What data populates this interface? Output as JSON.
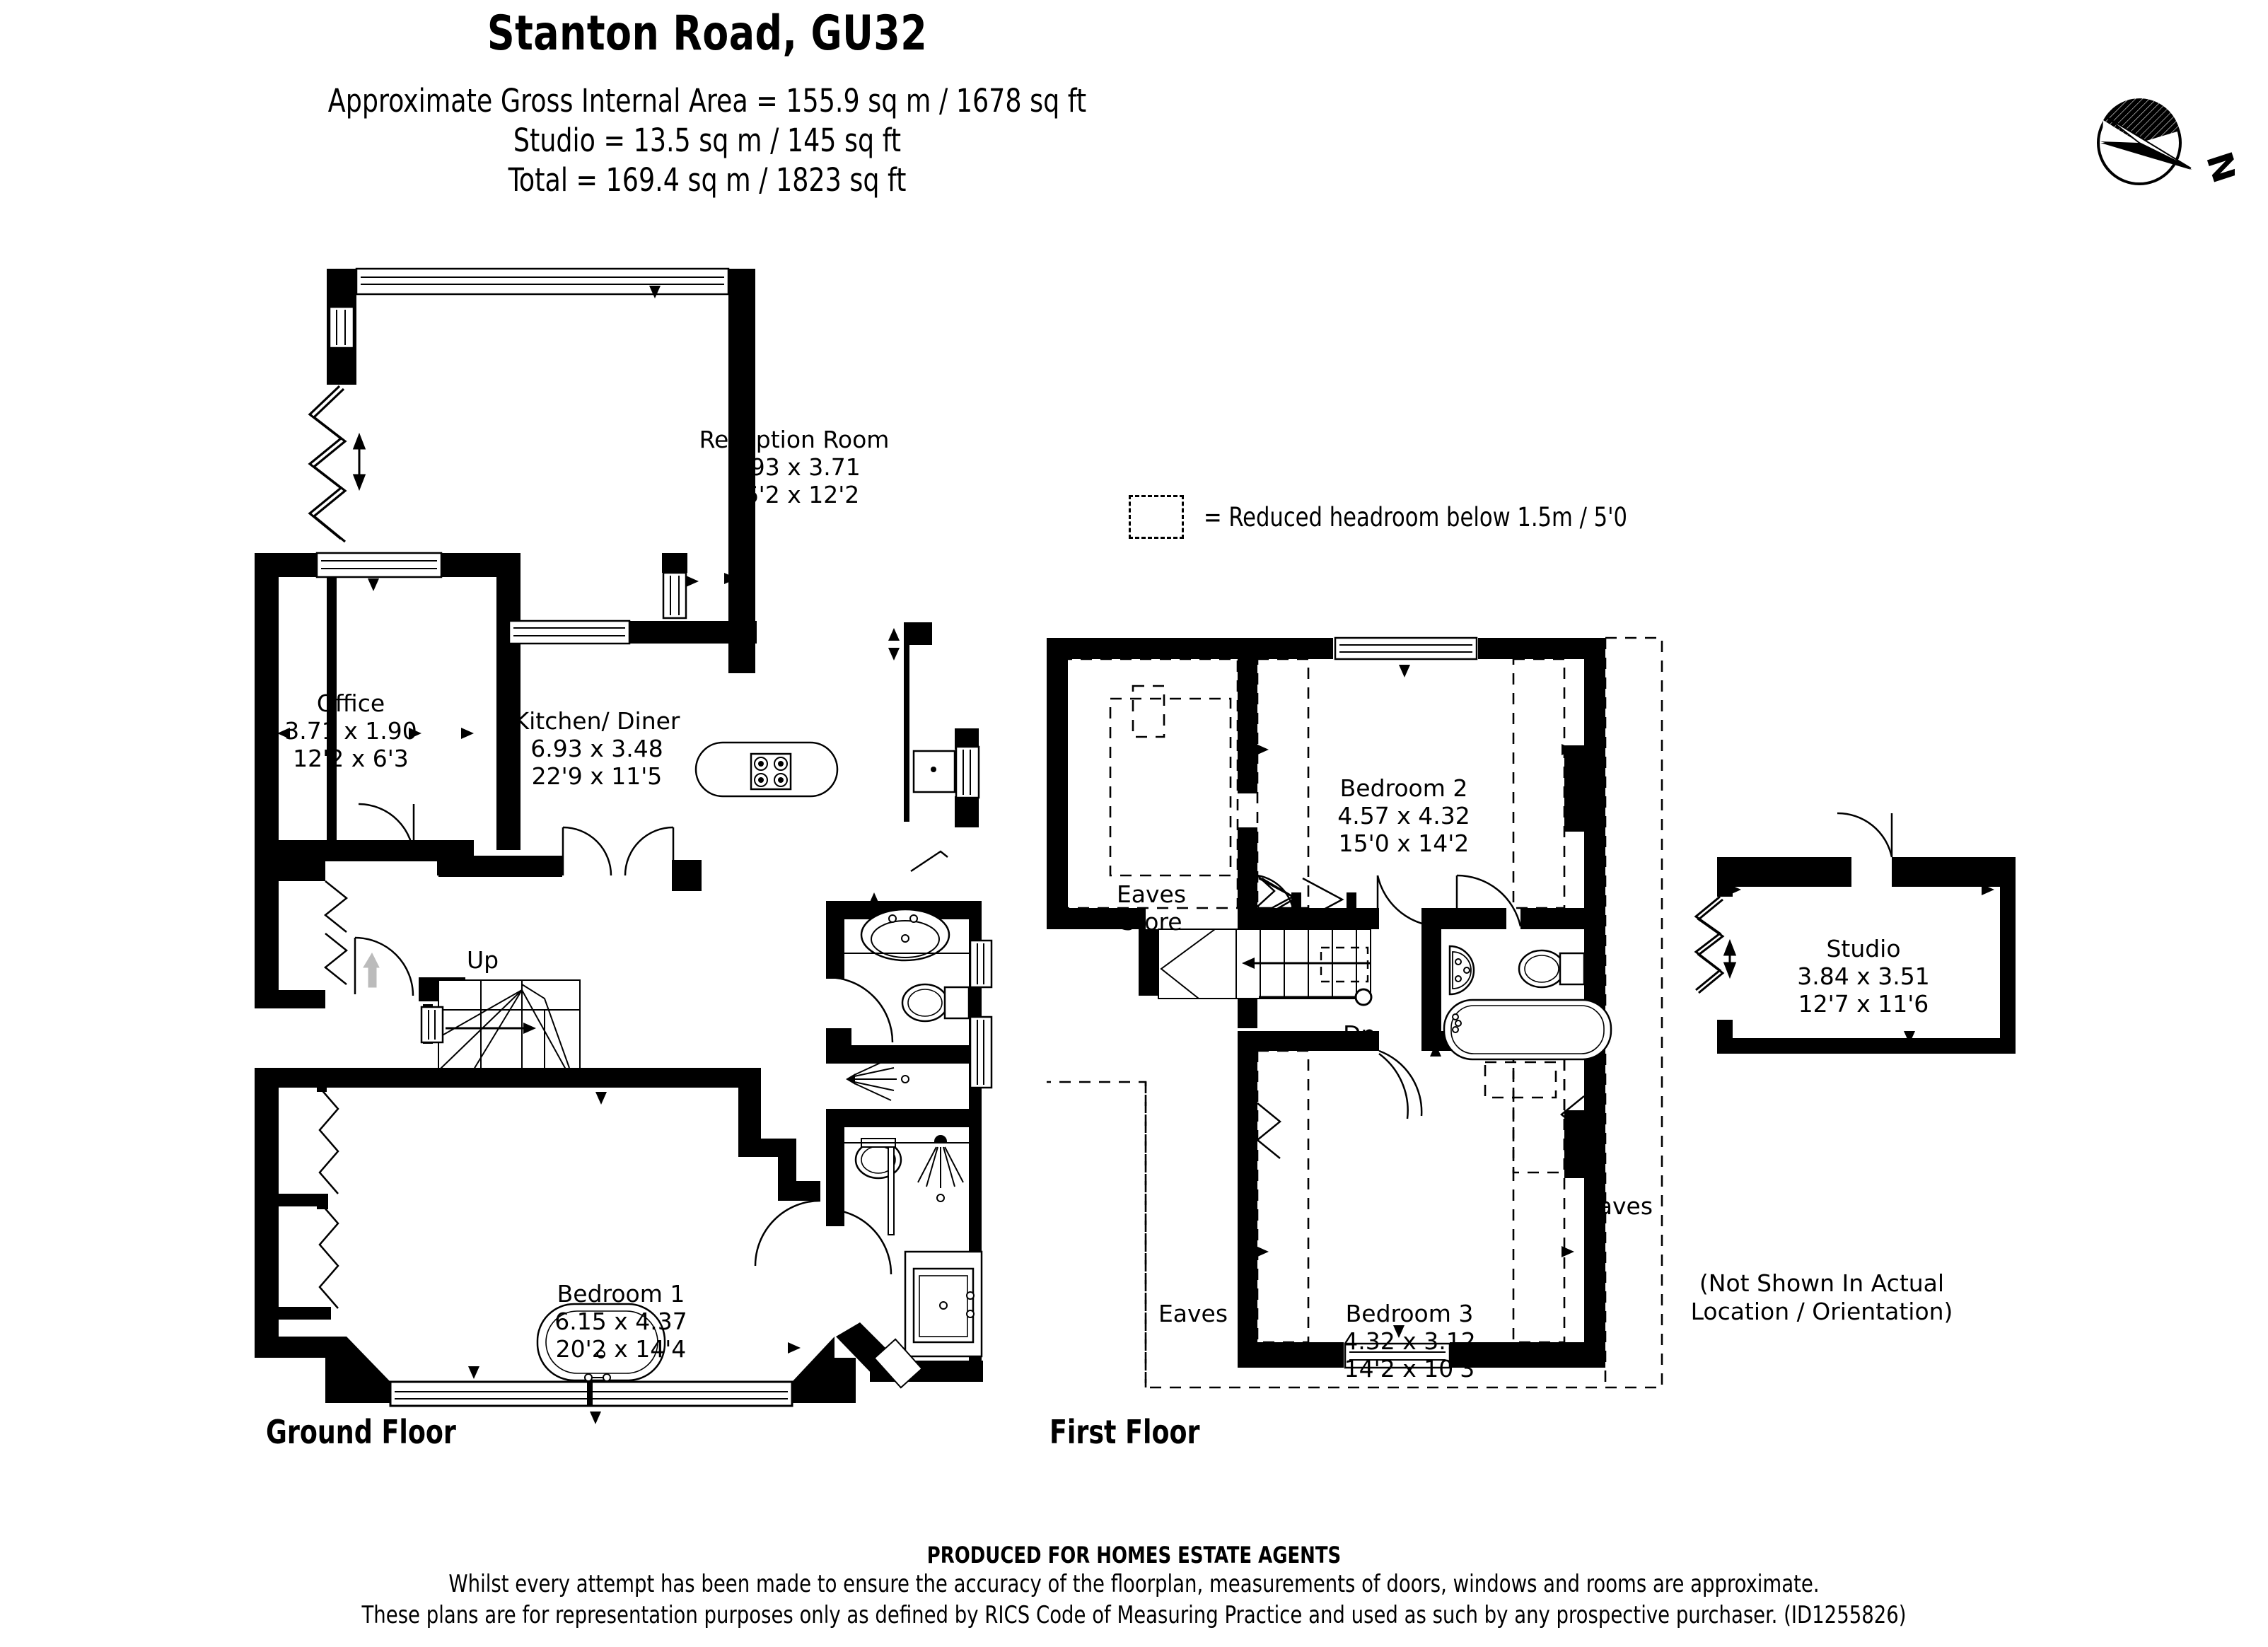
{
  "header": {
    "title": "Stanton Road, GU32",
    "area_lines": [
      "Approximate Gross Internal Area = 155.9 sq m / 1678 sq ft",
      "Studio = 13.5 sq m / 145 sq ft",
      "Total = 169.4 sq m / 1823 sq ft"
    ]
  },
  "compass": {
    "north_label": "N"
  },
  "legend": {
    "text": "= Reduced headroom below 1.5m / 5'0"
  },
  "floors": {
    "ground_caption": "Ground Floor",
    "first_caption": "First Floor"
  },
  "ground_floor": {
    "rooms": [
      {
        "name": "Reception Room",
        "metric": "4.93 x 3.71",
        "imperial": "16'2 x 12'2"
      },
      {
        "name": "Office",
        "metric": "3.71 x 1.90",
        "imperial": "12'2 x 6'3"
      },
      {
        "name": "Kitchen/ Diner",
        "metric": "6.93 x 3.48",
        "imperial": "22'9 x 11'5"
      },
      {
        "name": "Bedroom 1",
        "metric": "6.15 x 4.37",
        "imperial": "20'2 x 14'4"
      }
    ],
    "stair_label": "Up"
  },
  "first_floor": {
    "rooms": [
      {
        "name": "Bedroom 2",
        "metric": "4.57 x 4.32",
        "imperial": "15'0 x 14'2"
      },
      {
        "name": "Bedroom 3",
        "metric": "4.32 x 3.12",
        "imperial": "14'2 x 10'3"
      }
    ],
    "eaves_store_line1": "Eaves",
    "eaves_store_line2": "Store",
    "eaves_right": "Eaves",
    "eaves_left": "Eaves",
    "stair_label": "Dn"
  },
  "studio": {
    "name": "Studio",
    "metric": "3.84 x 3.51",
    "imperial": "12'7 x 11'6",
    "note_line1": "(Not Shown In Actual",
    "note_line2": "Location / Orientation)"
  },
  "footer": {
    "heading": "PRODUCED FOR HOMES ESTATE AGENTS",
    "line1": "Whilst every attempt has been made to ensure the accuracy of the floorplan, measurements of doors, windows and rooms are approximate.",
    "line2": "These plans are for representation purposes only as defined by RICS Code of Measuring Practice and used as such by any prospective purchaser. (ID1255826)"
  },
  "colors": {
    "wall": "#000000",
    "background": "#ffffff",
    "dashed": "#000000"
  }
}
